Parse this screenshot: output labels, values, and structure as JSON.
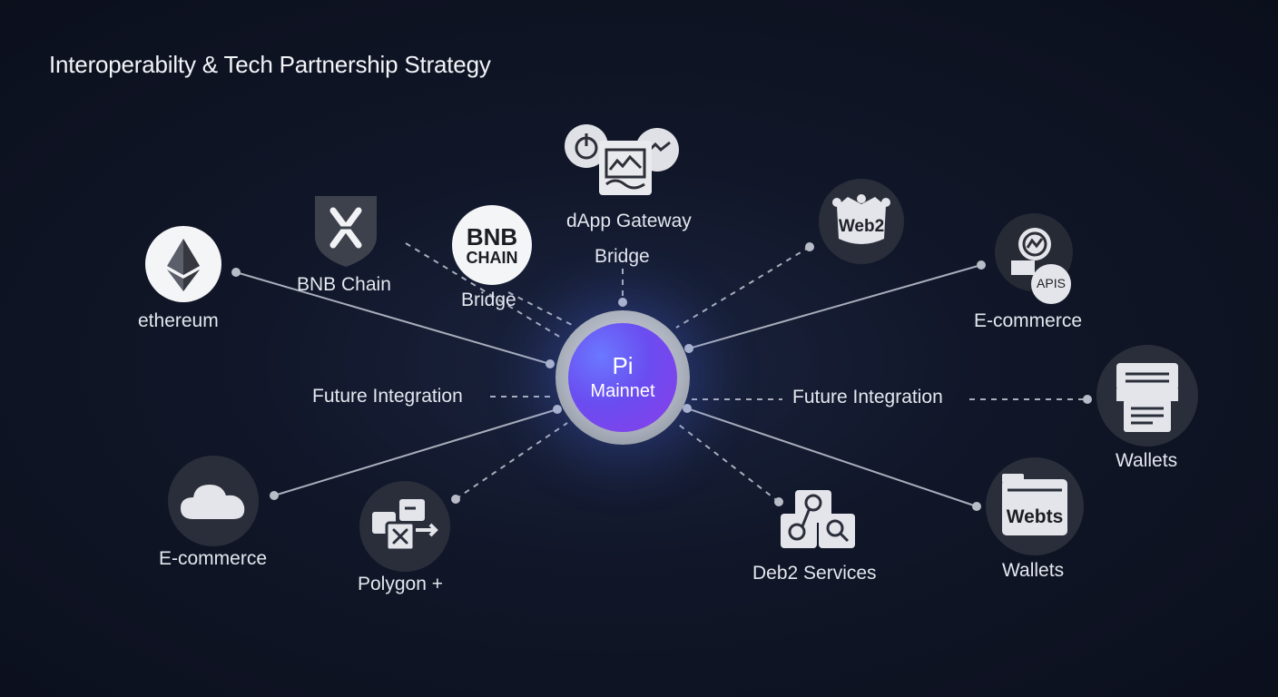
{
  "title": "Interoperabilty & Tech Partnership Strategy",
  "hub": {
    "symbol": "Pi",
    "label": "Mainnet"
  },
  "labels": {
    "ethereum": "ethereum",
    "bnb_chain": "BNB Chain",
    "bnb_bridge": "Bridge",
    "bnb_logo_line1": "BNB",
    "bnb_logo_line2": "CHAIN",
    "dapp_gateway": "dApp Gateway",
    "dapp_bridge": "Bridge",
    "web2_icon_text": "Web2",
    "ecommerce_right": "E-commerce",
    "apis_icon_text": "APIS",
    "future_left": "Future Integration",
    "future_right": "Future Integration",
    "wallets_right": "Wallets",
    "ecommerce_left": "E-commerce",
    "polygon": "Polygon +",
    "deb2_services": "Deb2 Services",
    "webts_icon_text": "Webts",
    "wallets_bottom": "Wallets"
  },
  "colors": {
    "background": "#0e1322",
    "hub_core": "#6a4df0",
    "disc": "#2a2e3a",
    "line": "#a9aebb"
  },
  "icons": {
    "ethereum": "ethereum-diamond-icon",
    "bnb_chain": "crossed-shield-icon",
    "bnb_bridge": "bnb-chain-logo",
    "dapp_gateway": "dapp-gateway-icon",
    "web2": "web2-crown-icon",
    "ecommerce_right": "apis-chart-icon",
    "wallets_right": "document-stack-icon",
    "ecommerce_left": "cloud-icon",
    "polygon": "arrow-box-icon",
    "deb2_services": "search-link-icon",
    "wallets_bottom": "webts-browser-icon"
  }
}
